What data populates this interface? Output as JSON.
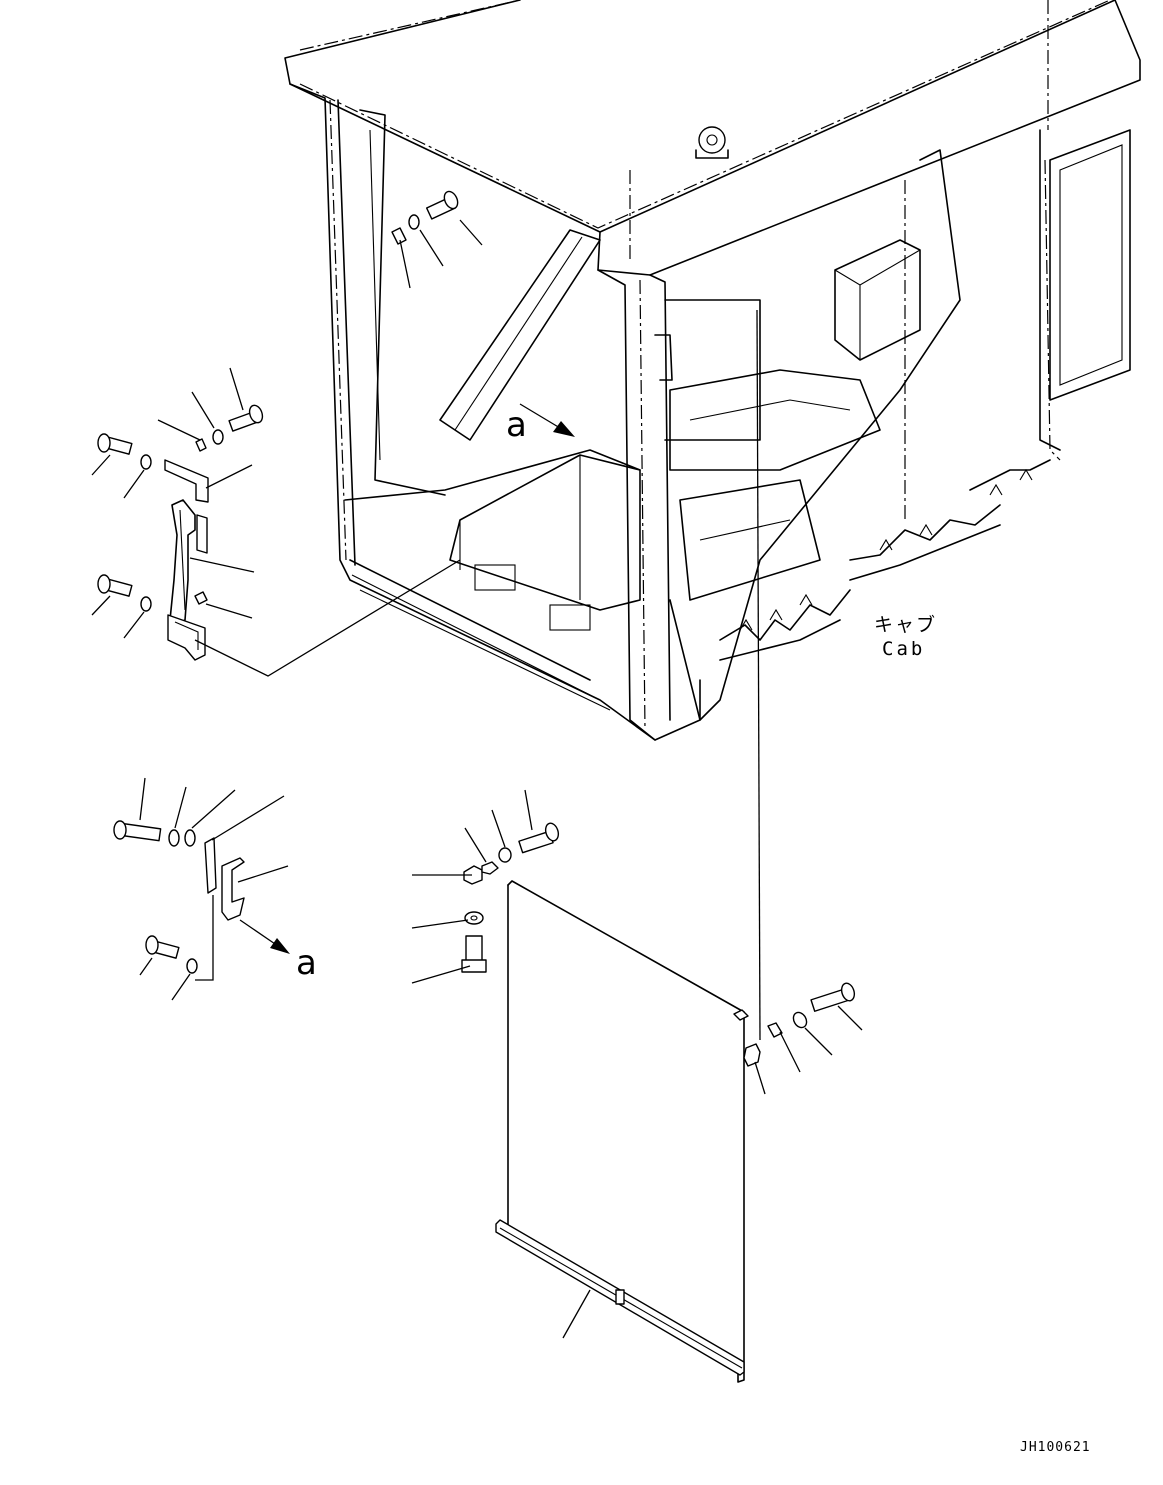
{
  "labels": {
    "ref_a_upper": "a",
    "ref_a_lower": "a",
    "cab_japanese": "キャブ",
    "cab_english": "Cab",
    "drawing_code": "JH100621"
  },
  "components": [
    "cab-body",
    "handrail-assembly",
    "bracket-assembly",
    "roller-blind",
    "bolts",
    "washers"
  ]
}
